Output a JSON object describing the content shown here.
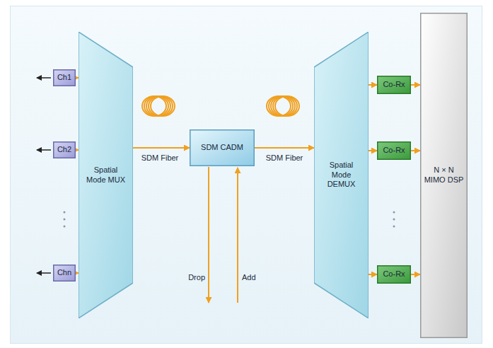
{
  "diagram": {
    "nodes": [
      {
        "text": [
          "Ch1"
        ]
      },
      {
        "text": [
          "Ch2"
        ]
      },
      {
        "text": [
          "Chn"
        ]
      },
      {
        "text": [
          "Spatial Mode MUX"
        ]
      },
      {
        "text": [
          "SDM CADM"
        ]
      },
      {
        "text": [
          "Spatial Mode DEMUX"
        ]
      },
      {
        "text": [
          "Co-Rx"
        ]
      },
      {
        "text": [
          "Co-Rx"
        ]
      },
      {
        "text": [
          "Co-Rx"
        ]
      },
      {
        "text": [
          "N × N MIMO DSP"
        ]
      }
    ],
    "edges": [
      {
        "from": 0,
        "to": 3,
        "arrow": "to"
      },
      {
        "from": 1,
        "to": 3,
        "arrow": "to"
      },
      {
        "from": 2,
        "to": 3,
        "arrow": "to"
      },
      {
        "from": 3,
        "to": 4,
        "arrow": "to"
      },
      {
        "from": 4,
        "to": 5,
        "arrow": "to"
      },
      {
        "from": 5,
        "to": 6,
        "arrow": "to"
      },
      {
        "from": 5,
        "to": 7,
        "arrow": "to"
      },
      {
        "from": 5,
        "to": 8,
        "arrow": "to"
      },
      {
        "from": 6,
        "to": 9,
        "arrow": "to"
      },
      {
        "from": 7,
        "to": 9,
        "arrow": "to"
      },
      {
        "from": 8,
        "to": 9,
        "arrow": "to"
      }
    ],
    "labels": [
      "SDM Fiber",
      "SDM Fiber",
      "Drop",
      "Add"
    ]
  }
}
